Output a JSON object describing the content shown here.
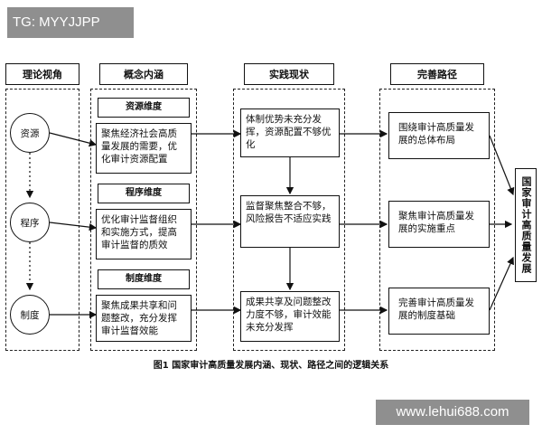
{
  "watermarks": {
    "top": "TG: MYYJJPP",
    "bottom": "www.lehui688.com"
  },
  "columns": [
    {
      "label": "理论视角"
    },
    {
      "label": "概念内涵"
    },
    {
      "label": "实践现状"
    },
    {
      "label": "完善路径"
    }
  ],
  "perspectives": [
    "资源",
    "程序",
    "制度"
  ],
  "dimensions": [
    {
      "title": "资源维度",
      "text": "聚焦经济社会高质量发展的需要，优化审计资源配置"
    },
    {
      "title": "程序维度",
      "text": "优化审计监督组织和实施方式，提高审计监督的质效"
    },
    {
      "title": "制度维度",
      "text": "聚焦成果共享和问题整改，充分发挥审计监督效能"
    }
  ],
  "status": [
    "体制优势未充分发挥，资源配置不够优化",
    "监督聚焦整合不够，风险报告不适应实践",
    "成果共享及问题整改力度不够，审计效能未充分发挥"
  ],
  "paths": [
    "围绕审计高质量发展的总体布局",
    "聚焦审计高质量发展的实施重点",
    "完善审计高质量发展的制度基础"
  ],
  "final": "国家审计高质量发展",
  "caption": "图1  国家审计高质量发展内涵、现状、路径之间的逻辑关系"
}
